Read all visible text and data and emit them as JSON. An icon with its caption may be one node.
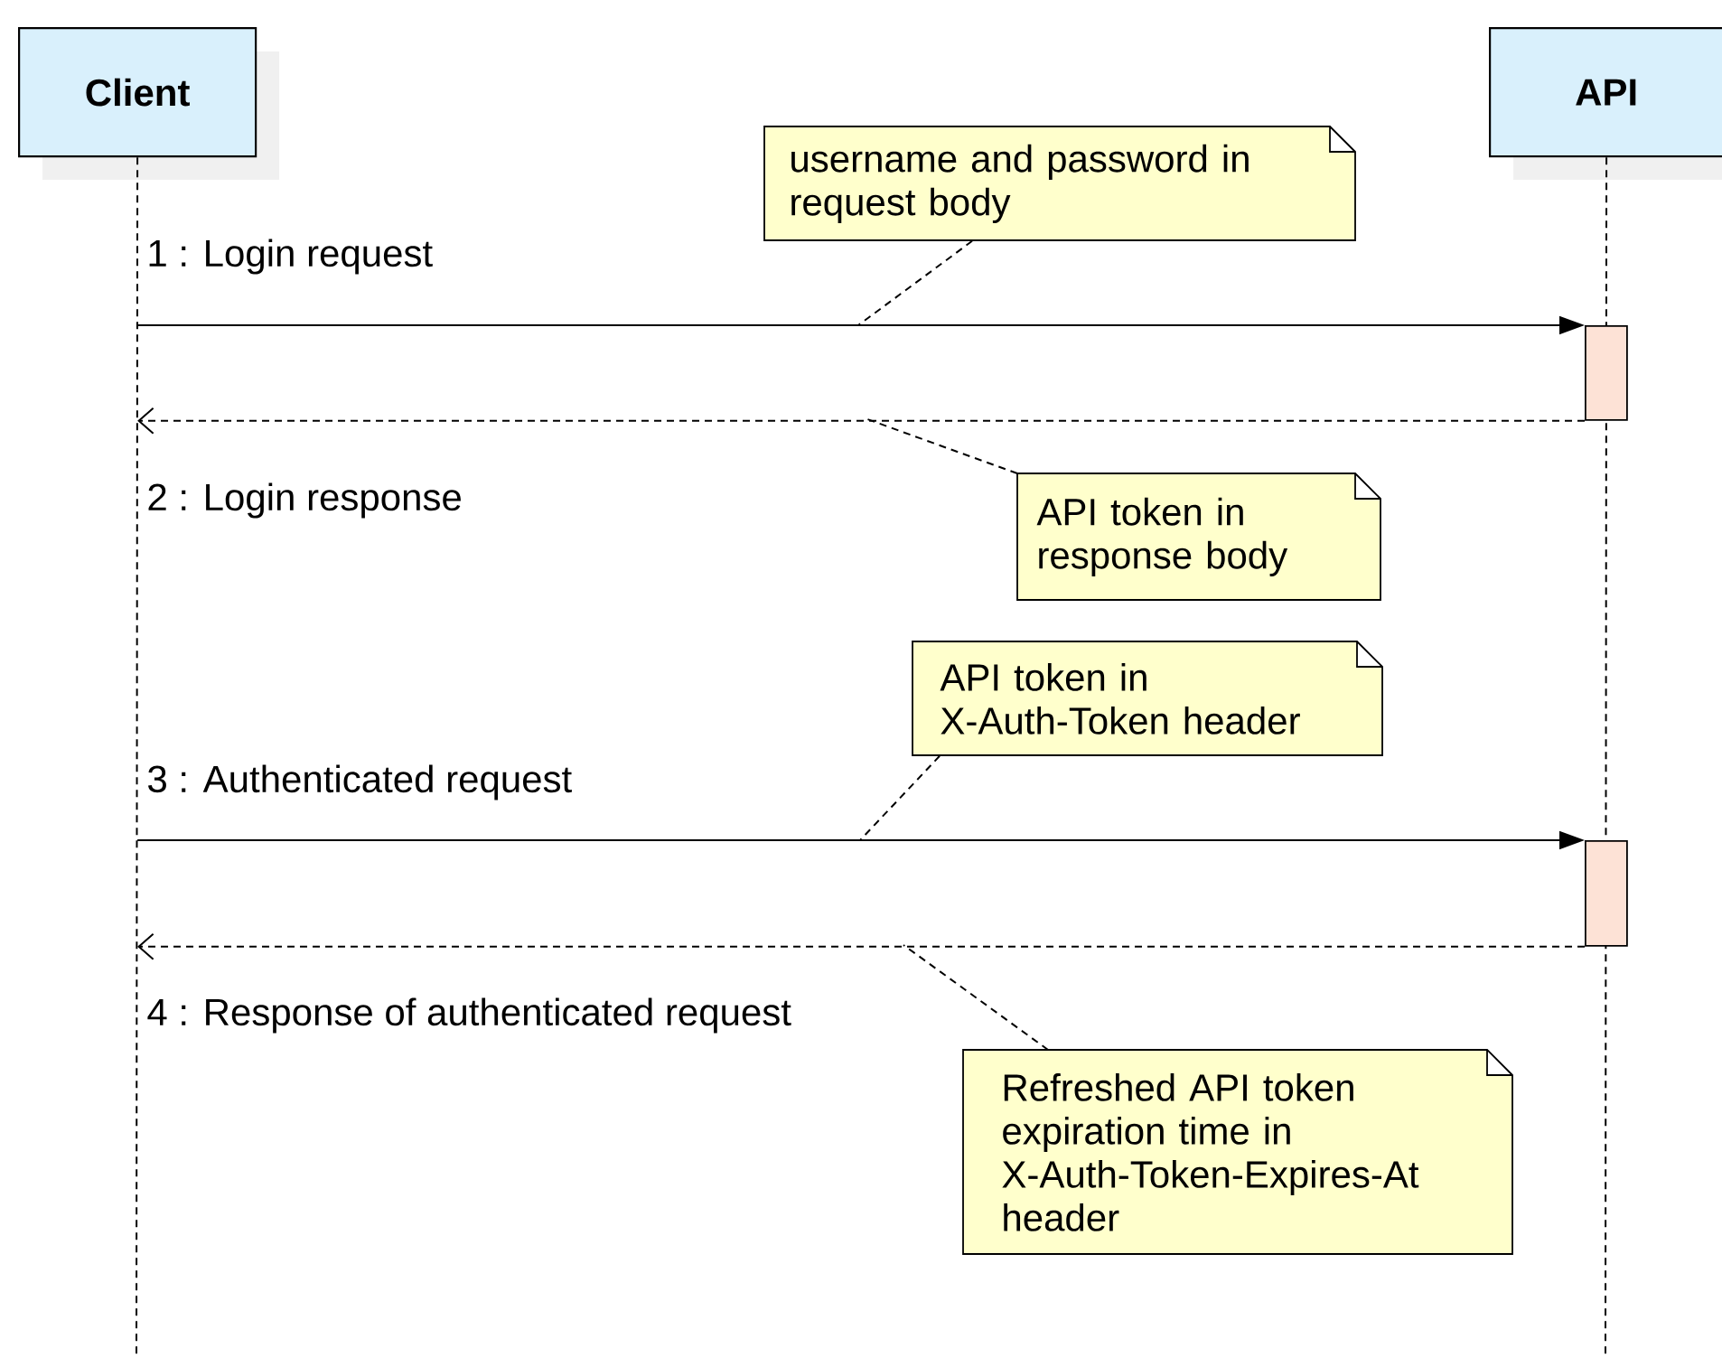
{
  "diagram": {
    "nodes": [
      {
        "text": [
          "Client"
        ]
      },
      {
        "text": [
          "API"
        ]
      },
      {
        "text": [],
        "shape": "bar",
        "in": 1
      },
      {
        "text": [],
        "shape": "bar",
        "in": 1
      },
      {
        "text": [
          "username and password in request body"
        ]
      },
      {
        "text": [
          "API token in response body"
        ]
      },
      {
        "text": [
          "API token in X-Auth-Token header"
        ]
      },
      {
        "text": [
          "Refreshed API token expiration time in X-Auth-Token-Expires-At header"
        ]
      }
    ],
    "edges": [
      {
        "from": 0,
        "to": 2,
        "arrow": "to",
        "label": "1 : Login request"
      },
      {
        "from": 2,
        "to": 0,
        "arrow": "to",
        "style": "dashed",
        "label": "2 : Login response"
      },
      {
        "from": 0,
        "to": 3,
        "arrow": "to",
        "label": "3 : Authenticated request"
      },
      {
        "from": 3,
        "to": 0,
        "arrow": "to",
        "style": "dashed",
        "label": "4 : Response of authenticated request"
      },
      {
        "from": 4,
        "to": null,
        "arrow": "none",
        "style": "dashed"
      },
      {
        "from": 5,
        "to": null,
        "arrow": "none",
        "style": "dashed"
      },
      {
        "from": 6,
        "to": null,
        "arrow": "none",
        "style": "dashed"
      },
      {
        "from": 7,
        "to": null,
        "arrow": "none",
        "style": "dashed"
      }
    ]
  }
}
